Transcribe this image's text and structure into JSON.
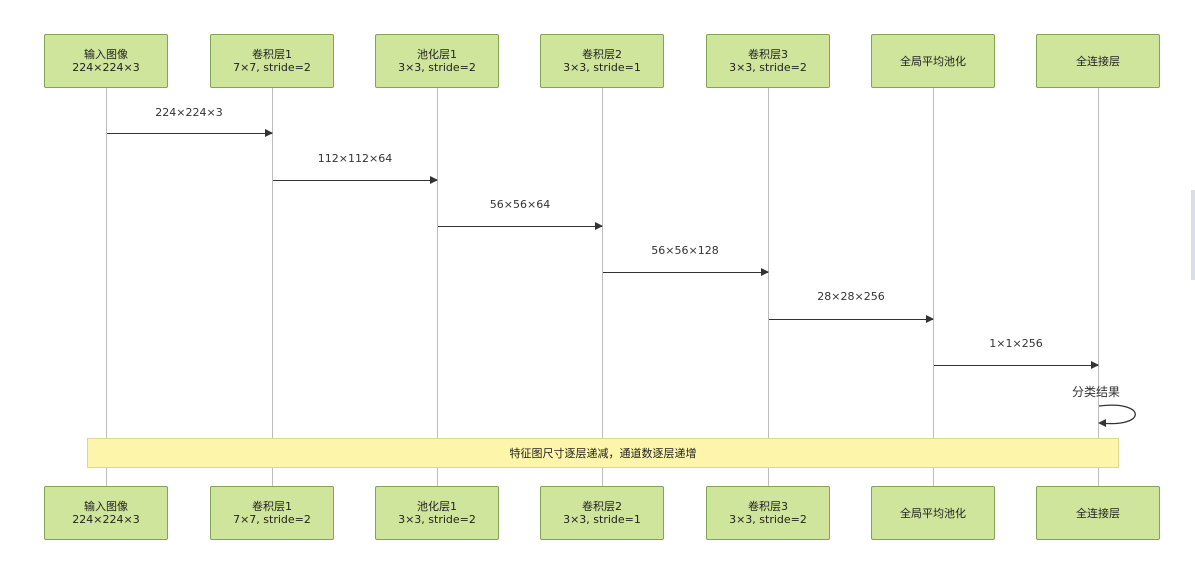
{
  "participants": [
    {
      "line1": "输入图像",
      "line2": "224×224×3"
    },
    {
      "line1": "卷积层1",
      "line2": "7×7, stride=2"
    },
    {
      "line1": "池化层1",
      "line2": "3×3, stride=2"
    },
    {
      "line1": "卷积层2",
      "line2": "3×3, stride=1"
    },
    {
      "line1": "卷积层3",
      "line2": "3×3, stride=2"
    },
    {
      "line1": "全局平均池化",
      "line2": ""
    },
    {
      "line1": "全连接层",
      "line2": ""
    }
  ],
  "messages": [
    {
      "from": 0,
      "to": 1,
      "label": "224×224×3"
    },
    {
      "from": 1,
      "to": 2,
      "label": "112×112×64"
    },
    {
      "from": 2,
      "to": 3,
      "label": "56×56×64"
    },
    {
      "from": 3,
      "to": 4,
      "label": "56×56×128"
    },
    {
      "from": 4,
      "to": 5,
      "label": "28×28×256"
    },
    {
      "from": 5,
      "to": 6,
      "label": "1×1×256"
    }
  ],
  "self_message": {
    "participant": 6,
    "label": "分类结果"
  },
  "note": {
    "text": "特征图尺寸逐层递减，通道数逐层递增"
  },
  "colors": {
    "participant_fill": "#cfe59b",
    "participant_border": "#82a453",
    "note_fill": "#fdf5a9",
    "arrow": "#333333",
    "lifeline": "#bdbdbd"
  }
}
